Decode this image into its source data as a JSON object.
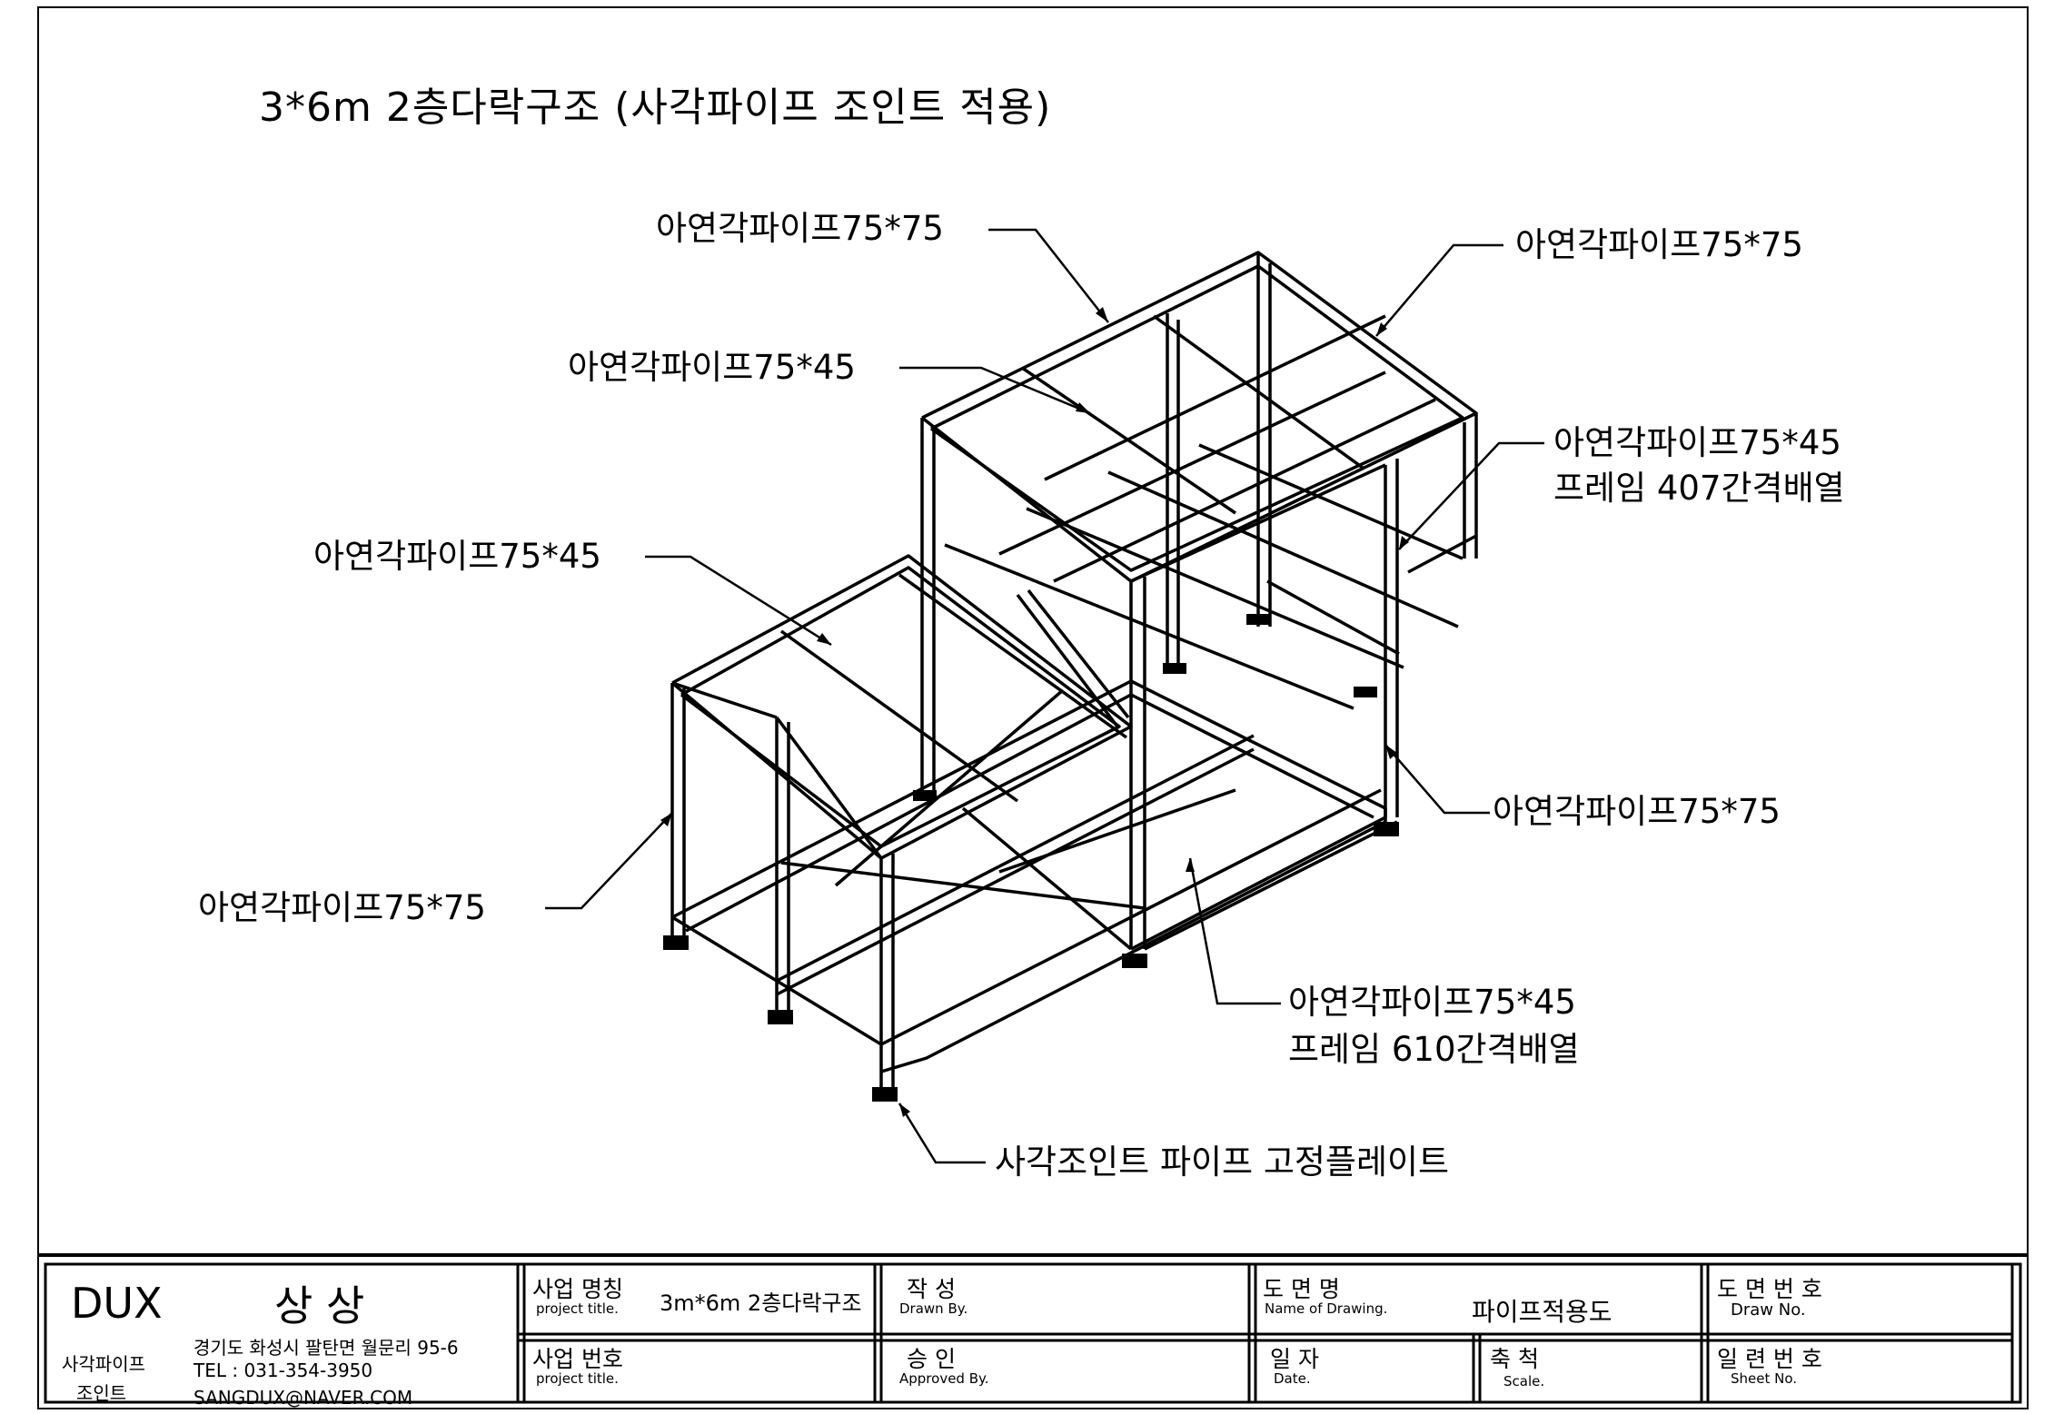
{
  "title": "3*6m 2층다락구조 (사각파이프 조인트 적용)",
  "callouts": {
    "top_left_7575": "아연각파이프75*75",
    "top_right_7575": "아연각파이프75*75",
    "upper_7545": "아연각파이프75*45",
    "right_7545": "아연각파이프75*45",
    "right_7545_note": "프레임 407간격배열",
    "left_7545": "아연각파이프75*45",
    "right_lower_7575": "아연각파이프75*75",
    "left_lower_7575": "아연각파이프75*75",
    "bottom_7545": "아연각파이프75*45",
    "bottom_7545_note": "프레임 610간격배열",
    "plate": "사각조인트 파이프 고정플레이트"
  },
  "title_block": {
    "brand": "DUX",
    "company": "상 상",
    "product_line1": "사각파이프",
    "product_line2": "조인트",
    "address": "경기도 화성시 팔탄면 월문리 95-6",
    "tel": "TEL : 031-354-3950",
    "email": "SANGDUX@NAVER.COM",
    "project_title_label": "사업 명칭",
    "project_title_sub": "project title.",
    "project_title_value": "3m*6m 2층다락구조",
    "project_no_label": "사업 번호",
    "project_no_sub": "project title.",
    "drawn_label": "작  성",
    "drawn_sub": "Drawn By.",
    "approved_label": "승  인",
    "approved_sub": "Approved By.",
    "drawing_name_label": "도  면  명",
    "drawing_name_sub": "Name of Drawing.",
    "drawing_name_value": "파이프적용도",
    "date_label": "일  자",
    "date_sub": "Date.",
    "scale_label": "축  척",
    "scale_sub": "Scale.",
    "draw_no_label": "도 면 번 호",
    "draw_no_sub": "Draw No.",
    "sheet_no_label": "일 련 번 호",
    "sheet_no_sub": "Sheet No."
  }
}
